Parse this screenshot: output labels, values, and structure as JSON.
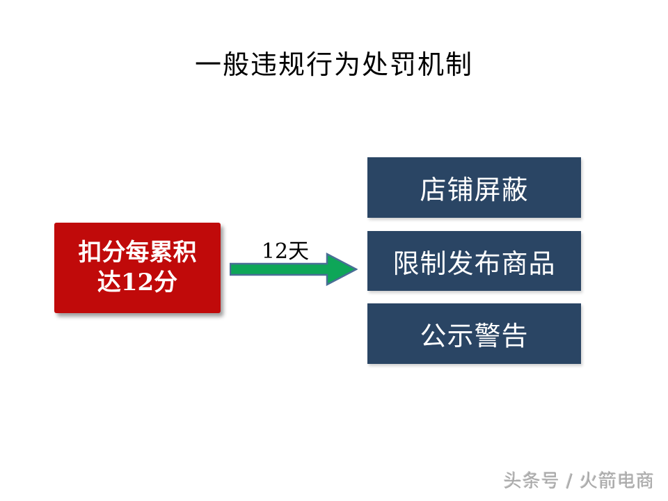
{
  "slide": {
    "title": "一般违规行为处罚机制",
    "cause_box": {
      "line1": "扣分每累积",
      "line2": "达12分"
    },
    "arrow_label": "12天",
    "result_boxes": [
      {
        "label": "店铺屏蔽"
      },
      {
        "label": "限制发布商品"
      },
      {
        "label": "公示警告"
      }
    ],
    "watermark": "头条号 / 火箭电商",
    "colors": {
      "cause_box_red": "#c00a0a",
      "result_box_navy": "#2a4564",
      "arrow_green": "#0ea658",
      "arrow_border_blue": "#4a6e96",
      "title_black": "#000000",
      "watermark_gray": "#aaaaaa"
    }
  }
}
